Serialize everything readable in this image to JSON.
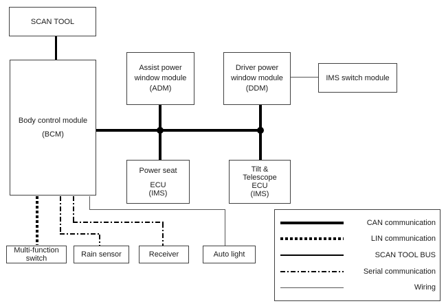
{
  "boxes": {
    "scan_tool": {
      "label": "SCAN TOOL"
    },
    "bcm": {
      "lines": [
        "Body control module",
        "(BCM)"
      ]
    },
    "adm": {
      "lines": [
        "Assist power",
        "window module",
        "(ADM)"
      ]
    },
    "ddm": {
      "lines": [
        "Driver power",
        "window module",
        "(DDM)"
      ]
    },
    "ims_switch": {
      "label": "IMS switch module"
    },
    "power_seat": {
      "lines": [
        "Power seat",
        "ECU",
        "(IMS)"
      ]
    },
    "tilt_telescope": {
      "lines": [
        "Tilt &",
        "Telescope",
        "ECU",
        "(IMS)"
      ]
    },
    "multi_function_switch": {
      "lines": [
        "Multi-function",
        "switch"
      ]
    },
    "rain_sensor": {
      "label": "Rain sensor"
    },
    "receiver": {
      "label": "Receiver"
    },
    "auto_light": {
      "label": "Auto light"
    }
  },
  "legend": {
    "items": [
      {
        "id": "can",
        "label": "CAN communication"
      },
      {
        "id": "lin",
        "label": "LIN communication"
      },
      {
        "id": "scan-tool-bus",
        "label": "SCAN TOOL BUS"
      },
      {
        "id": "serial",
        "label": "Serial communication"
      },
      {
        "id": "wiring",
        "label": "Wiring"
      }
    ]
  },
  "connections": [
    {
      "from": "SCAN TOOL",
      "to": "Body control module (BCM)",
      "type": "SCAN TOOL BUS"
    },
    {
      "from": "Body control module (BCM)",
      "to": "CAN bus",
      "type": "CAN communication"
    },
    {
      "from": "Assist power window module (ADM)",
      "to": "CAN bus",
      "type": "CAN communication"
    },
    {
      "from": "Driver power window module (DDM)",
      "to": "CAN bus",
      "type": "CAN communication"
    },
    {
      "from": "Power seat ECU (IMS)",
      "to": "CAN bus",
      "type": "CAN communication"
    },
    {
      "from": "Tilt & Telescope ECU (IMS)",
      "to": "CAN bus",
      "type": "CAN communication"
    },
    {
      "from": "Driver power window module (DDM)",
      "to": "IMS switch module",
      "type": "Wiring"
    },
    {
      "from": "Body control module (BCM)",
      "to": "Multi-function switch",
      "type": "LIN communication"
    },
    {
      "from": "Body control module (BCM)",
      "to": "Rain sensor",
      "type": "Serial communication"
    },
    {
      "from": "Body control module (BCM)",
      "to": "Receiver",
      "type": "Serial communication"
    },
    {
      "from": "Body control module (BCM)",
      "to": "Auto light",
      "type": "Wiring"
    }
  ],
  "colors": {
    "line": "#000000",
    "box_border": "#404040",
    "wiring_line": "#555555",
    "background": "#ffffff",
    "text": "#1a1a1a"
  }
}
